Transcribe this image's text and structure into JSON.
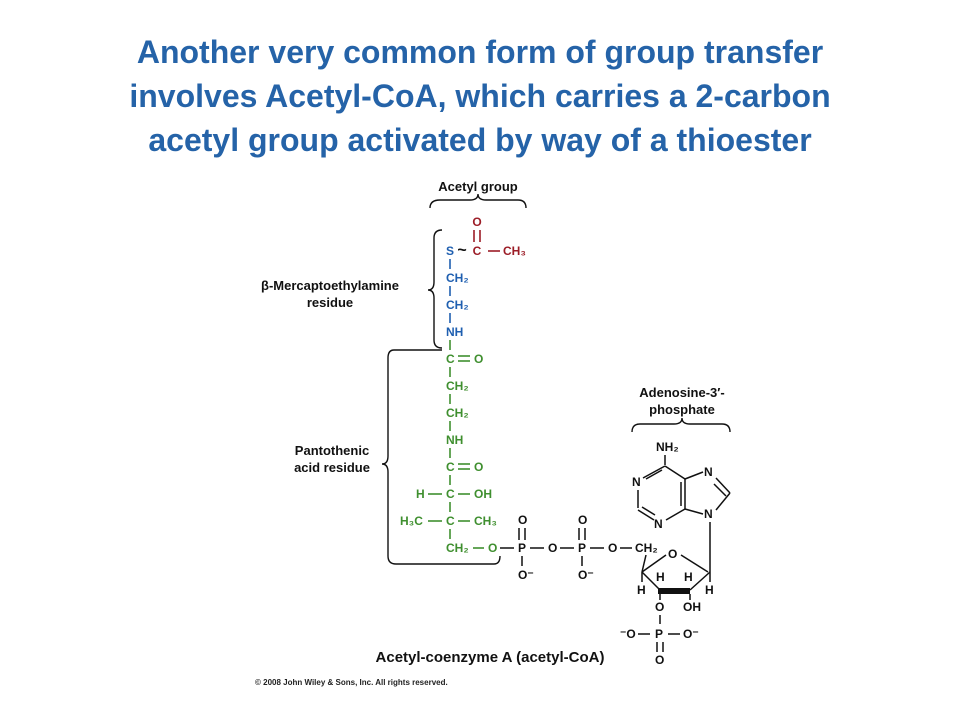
{
  "title": {
    "line1": "Another very common form of group transfer",
    "line2": "involves Acetyl-CoA, which carries a 2-carbon",
    "line3": "acetyl group activated by way of a thioester"
  },
  "labels": {
    "acetyl_group": "Acetyl group",
    "merc_line1": "β-Mercaptoethylamine",
    "merc_line2": "residue",
    "panto_line1": "Pantothenic",
    "panto_line2": "acid residue",
    "aden_line1": "Adenosine-3′-",
    "aden_line2": "phosphate",
    "caption": "Acetyl-coenzyme A (acetyl-CoA)",
    "copyright": "© 2008 John Wiley & Sons, Inc. All rights reserved."
  },
  "atoms": {
    "S": "S",
    "tilde": "~",
    "C": "C",
    "O": "O",
    "CH3": "CH₃",
    "CH2": "CH₂",
    "NH": "NH",
    "H": "H",
    "OH": "OH",
    "H3C": "H₃C",
    "P": "P",
    "Ominus": "O⁻",
    "minusO": "⁻O",
    "N": "N",
    "NH2": "NH₂"
  },
  "colors": {
    "title": "#2563a8",
    "acetyl": "#9c1d27",
    "mercapto": "#1f5fb0",
    "pantothenic": "#3f8f2f",
    "adenosine": "#111111"
  }
}
